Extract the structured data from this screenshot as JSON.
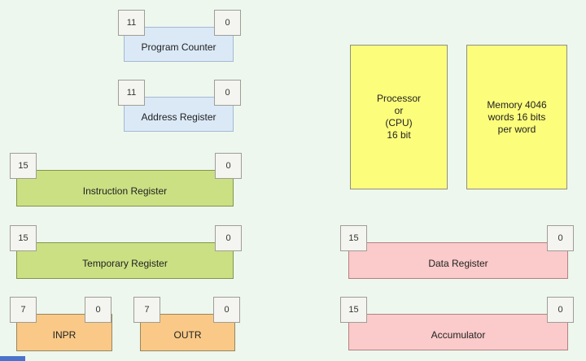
{
  "palette": {
    "background": "#edf7ed",
    "register_blue_fill": "#dbe9f7",
    "register_blue_border": "#a4b9d4",
    "register_green_fill": "#cbe083",
    "register_green_border": "#85944c",
    "register_orange_fill": "#fac987",
    "register_orange_border": "#97875f",
    "register_pink_fill": "#fbcaca",
    "register_pink_border": "#b38181",
    "block_yellow_fill": "#fdfd7c",
    "bit_box_fill": "#f4f4f0",
    "edge_fragment_blue": "#4a74cc"
  },
  "registers": [
    {
      "label": "Program Counter",
      "msb": "11",
      "lsb": "0",
      "color": "blue"
    },
    {
      "label": "Address Register",
      "msb": "11",
      "lsb": "0",
      "color": "blue"
    },
    {
      "label": "Instruction Register",
      "msb": "15",
      "lsb": "0",
      "color": "green"
    },
    {
      "label": "Temporary Register",
      "msb": "15",
      "lsb": "0",
      "color": "green"
    },
    {
      "label": "INPR",
      "msb": "7",
      "lsb": "0",
      "color": "orange"
    },
    {
      "label": "OUTR",
      "msb": "7",
      "lsb": "0",
      "color": "orange"
    },
    {
      "label": "Data Register",
      "msb": "15",
      "lsb": "0",
      "color": "pink"
    },
    {
      "label": "Accumulator",
      "msb": "15",
      "lsb": "0",
      "color": "pink"
    }
  ],
  "blocks": [
    {
      "lines": [
        "Processor",
        "or",
        "(CPU)",
        "16 bit"
      ]
    },
    {
      "lines": [
        "Memory 4046",
        "words 16 bits",
        "per word"
      ]
    }
  ]
}
